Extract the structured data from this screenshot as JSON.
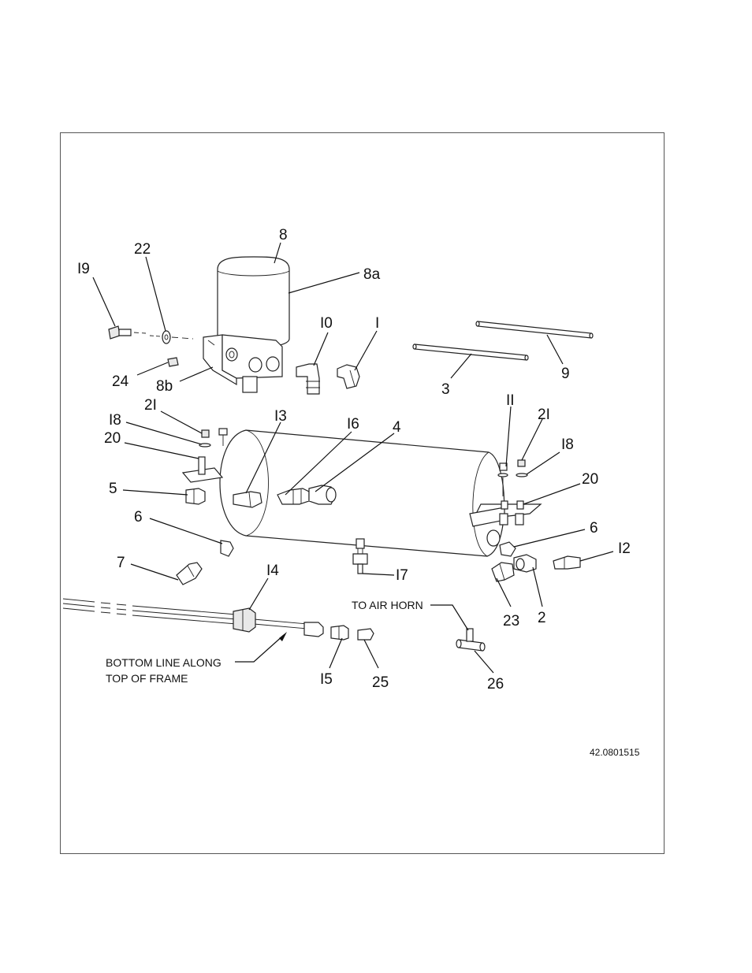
{
  "figure": {
    "reference_number": "42.0801515",
    "notes": {
      "air_horn": "TO AIR HORN",
      "bottom_line_1": "BOTTOM LINE ALONG",
      "bottom_line_2": "TOP OF FRAME"
    }
  },
  "callouts": [
    {
      "id": "c-8",
      "label": "8"
    },
    {
      "id": "c-22",
      "label": "22"
    },
    {
      "id": "c-8a",
      "label": "8a"
    },
    {
      "id": "c-19",
      "label": "I9"
    },
    {
      "id": "c-10",
      "label": "I0"
    },
    {
      "id": "c-1",
      "label": "I"
    },
    {
      "id": "c-24",
      "label": "24"
    },
    {
      "id": "c-8b",
      "label": "8b"
    },
    {
      "id": "c-9",
      "label": "9"
    },
    {
      "id": "c-3",
      "label": "3"
    },
    {
      "id": "c-11",
      "label": "II"
    },
    {
      "id": "c-21a",
      "label": "2I"
    },
    {
      "id": "c-21b",
      "label": "2I"
    },
    {
      "id": "c-13",
      "label": "I3"
    },
    {
      "id": "c-16",
      "label": "I6"
    },
    {
      "id": "c-4",
      "label": "4"
    },
    {
      "id": "c-18a",
      "label": "I8"
    },
    {
      "id": "c-18b",
      "label": "I8"
    },
    {
      "id": "c-20a",
      "label": "20"
    },
    {
      "id": "c-20b",
      "label": "20"
    },
    {
      "id": "c-5",
      "label": "5"
    },
    {
      "id": "c-6a",
      "label": "6"
    },
    {
      "id": "c-6b",
      "label": "6"
    },
    {
      "id": "c-12",
      "label": "I2"
    },
    {
      "id": "c-7",
      "label": "7"
    },
    {
      "id": "c-14",
      "label": "I4"
    },
    {
      "id": "c-17",
      "label": "I7"
    },
    {
      "id": "c-23",
      "label": "23"
    },
    {
      "id": "c-2",
      "label": "2"
    },
    {
      "id": "c-15",
      "label": "I5"
    },
    {
      "id": "c-25",
      "label": "25"
    },
    {
      "id": "c-26",
      "label": "26"
    }
  ]
}
